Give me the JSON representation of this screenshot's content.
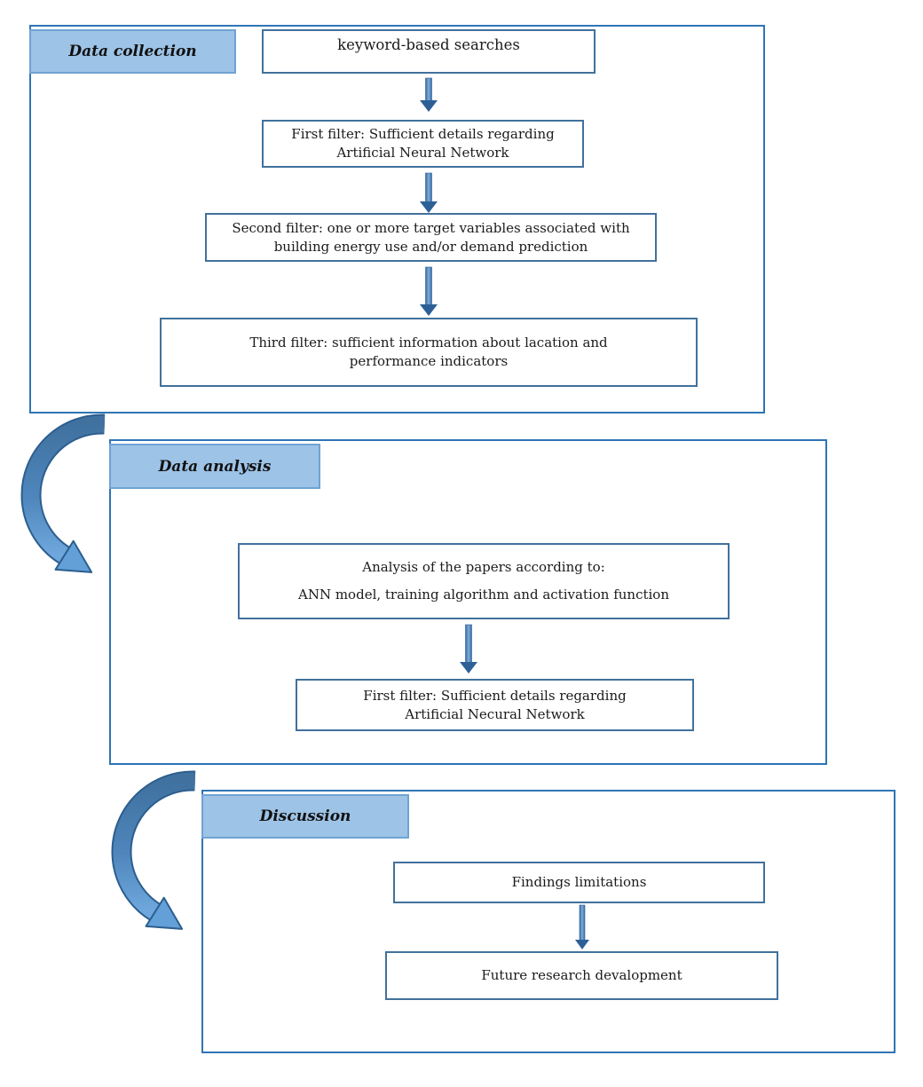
{
  "title": "ANN literature review methodology flowchart",
  "colors": {
    "header_fill": "#9DC3E6",
    "header_border": "#6FA3D4",
    "container_border": "#2E75B6",
    "box_border": "#41719C",
    "arrow_stem_dark": "#35689E",
    "arrow_stem_light": "#7FAEDC",
    "arrow_head": "#2D6096",
    "curved_arrow_dark": "#40719F",
    "curved_arrow_light": "#6FA8DC",
    "text": "#1b1b1b"
  },
  "connectors": {
    "straight": "down-arrow",
    "curved": "curved-right-arrow"
  },
  "sections": [
    {
      "label": "Data collection",
      "boxes": [
        {
          "line1": "keyword-based searches"
        },
        {
          "line1": "First filter: Sufficient details regarding",
          "line2": "Artificial Neural Network"
        },
        {
          "line1": "Second filter: one or more target variables associated with",
          "line2": "building energy use and/or demand prediction"
        },
        {
          "line1": "Third filter: sufficient information about lacation and",
          "line2": "performance indicators"
        }
      ]
    },
    {
      "label": "Data analysis",
      "boxes": [
        {
          "line1": "Analysis of the papers according to:",
          "line2": "ANN model, training algorithm and activation function"
        },
        {
          "line1": "First filter: Sufficient details regarding",
          "line2": "Artificial Necural Network"
        }
      ]
    },
    {
      "label": "Discussion",
      "boxes": [
        {
          "line1": "Findings limitations"
        },
        {
          "line1": "Future research devalopment"
        }
      ]
    }
  ]
}
